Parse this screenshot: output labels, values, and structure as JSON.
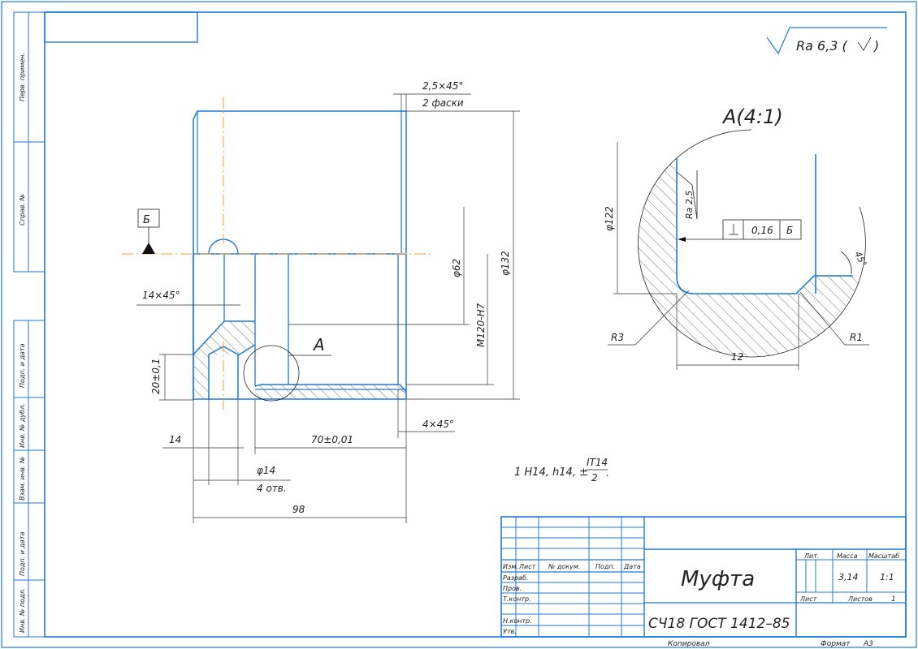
{
  "roughness": {
    "ra": "Ra 6,3 (",
    "close": ")"
  },
  "detail_label": "A(4:1)",
  "datum_label": "Б",
  "view_label": "A",
  "dimensions": {
    "chamfer_top": "2,5×45°",
    "chamfer_top_note": "2 фаски",
    "chamfer_14": "14×45°",
    "d62": "φ62",
    "d132": "φ132",
    "thread": "M120-H7",
    "h20": "20±0,1",
    "w14": "14",
    "w70": "70±0,01",
    "chamfer_4": "4×45°",
    "hole_d": "φ14",
    "hole_count": "4 отв.",
    "len98": "98",
    "d122": "φ122",
    "ra25": "Ra 2,5",
    "tol_value": "0,16",
    "tol_datum": "Б",
    "ang45": "45°",
    "r3": "R3",
    "r1": "R1",
    "w12": "12"
  },
  "note": {
    "prefix": "1 H14, h14, ±",
    "numer": "IT14",
    "denom": "2",
    "suffix": "."
  },
  "side_stamp": [
    "Перв. примен.",
    "Справ. №",
    "Подп. и дата",
    "Инв. № дубл.",
    "Взам. инв. №",
    "Подп. и дата",
    "Инв. № подл."
  ],
  "title_block": {
    "col_headers": [
      "Изм.",
      "Лист",
      "№ докум.",
      "Подп.",
      "Дата"
    ],
    "roles": [
      "Разраб.",
      "Пров.",
      "Т.контр.",
      "Н.контр.",
      "Утв."
    ],
    "name": "Муфта",
    "material": "СЧ18  ГОСТ 1412–85",
    "lit_label": "Лит.",
    "mass_label": "Масса",
    "scale_label": "Масштаб",
    "mass": "3,14",
    "scale": "1:1",
    "sheet_label": "Лист",
    "sheets_label": "Листов",
    "sheets": "1"
  },
  "footer": {
    "copied": "Копировал",
    "format_label": "Формат",
    "format": "A3"
  },
  "colors": {
    "outline": "#1f7ad6",
    "axis": "#f2a13b",
    "text": "#222222"
  }
}
